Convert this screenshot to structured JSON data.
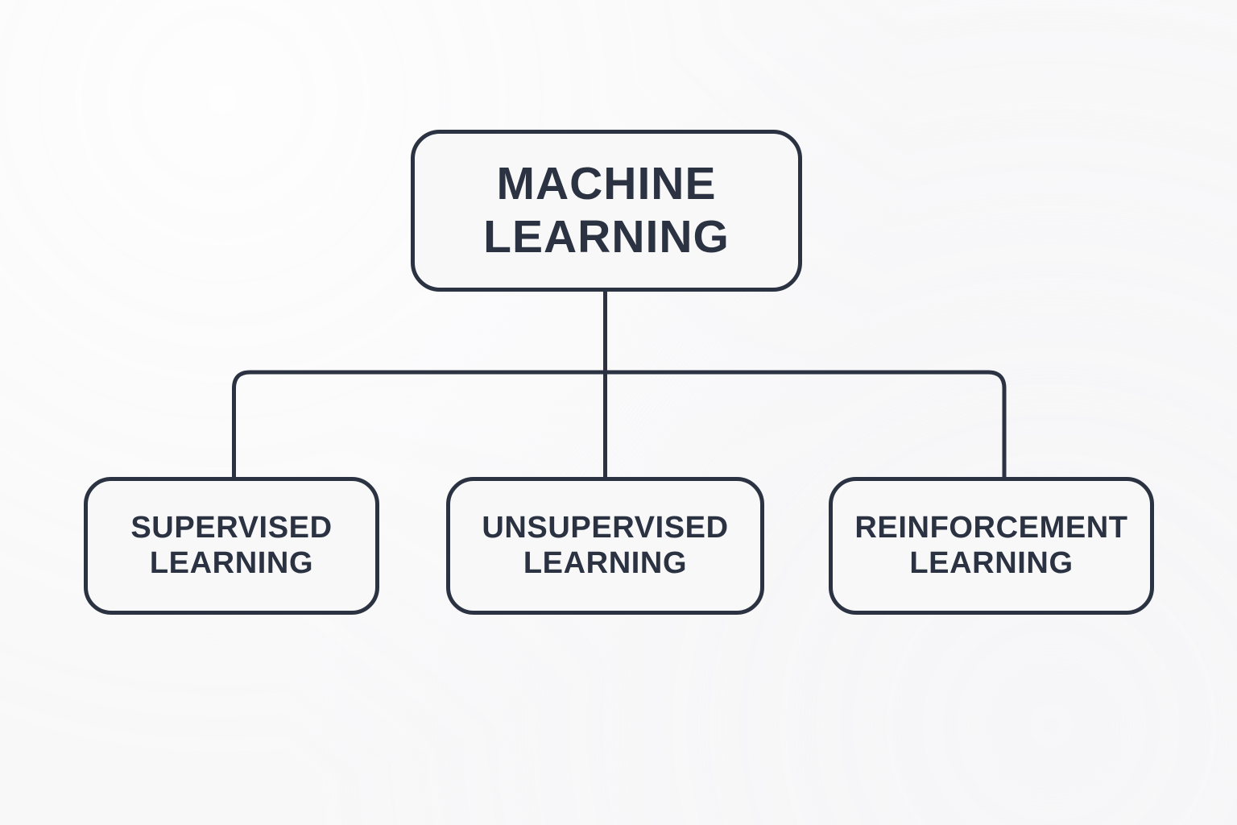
{
  "diagram": {
    "type": "hierarchy-tree",
    "title": "Machine Learning",
    "orientation": "top-down",
    "levels": 2,
    "colors": {
      "background": "#f8f8f9",
      "stroke": "#2b3242",
      "node_fill": "#f8f8f9",
      "text": "#2b3242"
    },
    "root": {
      "id": "machine-learning",
      "label": "MACHINE\nLEARNING",
      "line1": "MACHINE",
      "line2": "LEARNING"
    },
    "children": [
      {
        "id": "supervised-learning",
        "label": "SUPERVISED\nLEARNING",
        "line1": "SUPERVISED",
        "line2": "LEARNING"
      },
      {
        "id": "unsupervised-learning",
        "label": "UNSUPERVISED\nLEARNING",
        "line1": "UNSUPERVISED",
        "line2": "LEARNING"
      },
      {
        "id": "reinforcement-learning",
        "label": "REINFORCEMENT\nLEARNING",
        "line1": "REINFORCEMENT",
        "line2": "LEARNING"
      }
    ],
    "edges": [
      {
        "from": "machine-learning",
        "to": "supervised-learning"
      },
      {
        "from": "machine-learning",
        "to": "unsupervised-learning"
      },
      {
        "from": "machine-learning",
        "to": "reinforcement-learning"
      }
    ]
  }
}
